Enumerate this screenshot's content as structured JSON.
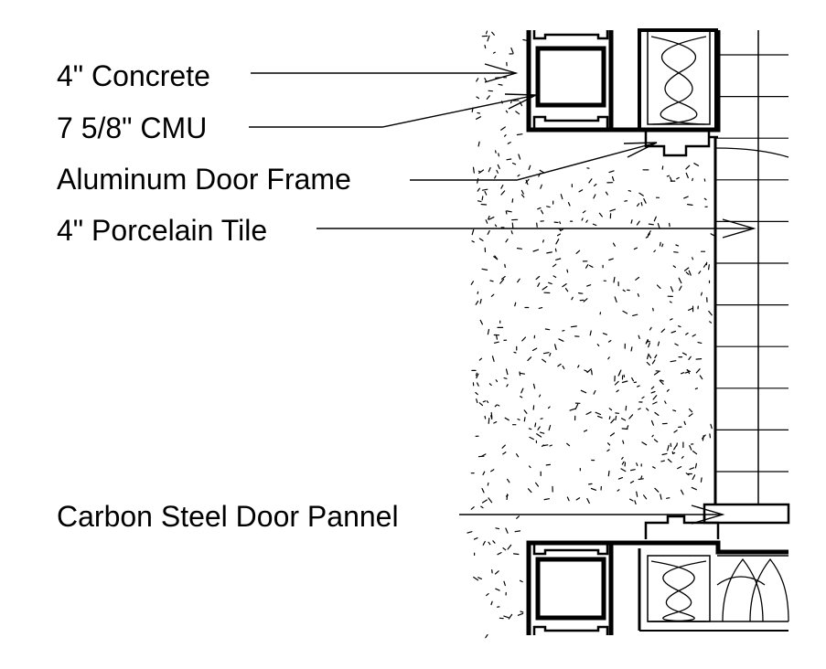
{
  "labels": {
    "concrete": "4\" Concrete",
    "cmu": "7 5/8\" CMU",
    "door_frame": "Aluminum Door Frame",
    "porcelain_tile": "4\" Porcelain Tile",
    "door_panel": "Carbon Steel Door Pannel"
  },
  "colors": {
    "ink": "#000000",
    "background": "#ffffff"
  }
}
